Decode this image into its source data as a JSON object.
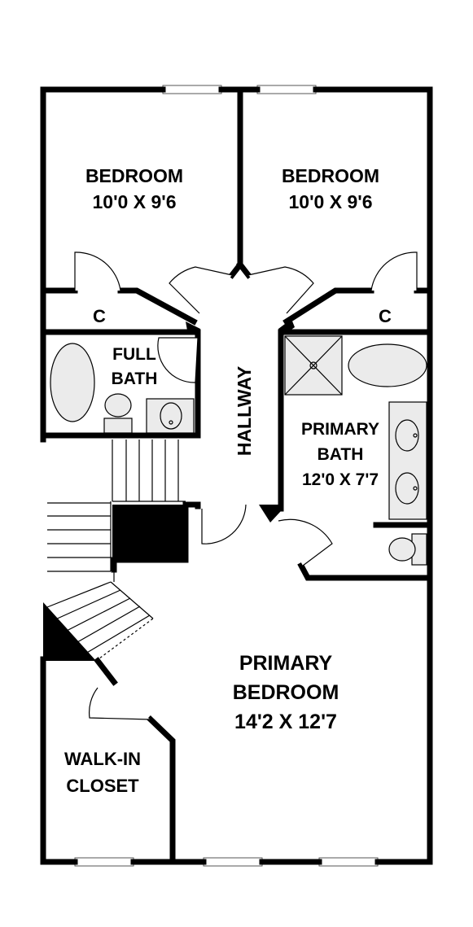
{
  "rooms": {
    "bedroom_left": {
      "name": "BEDROOM",
      "size": "10'0 X 9'6"
    },
    "bedroom_right": {
      "name": "BEDROOM",
      "size": "10'0 X 9'6"
    },
    "closet_left": {
      "name": "C"
    },
    "closet_right": {
      "name": "C"
    },
    "full_bath": {
      "line1": "FULL",
      "line2": "BATH"
    },
    "hallway": {
      "name": "HALLWAY"
    },
    "primary_bath": {
      "line1": "PRIMARY",
      "line2": "BATH",
      "size": "12'0 X 7'7"
    },
    "primary_bedroom": {
      "line1": "PRIMARY",
      "line2": "BEDROOM",
      "size": "14'2 X 12'7"
    },
    "walk_in_closet": {
      "line1": "WALK-IN",
      "line2": "CLOSET"
    }
  }
}
